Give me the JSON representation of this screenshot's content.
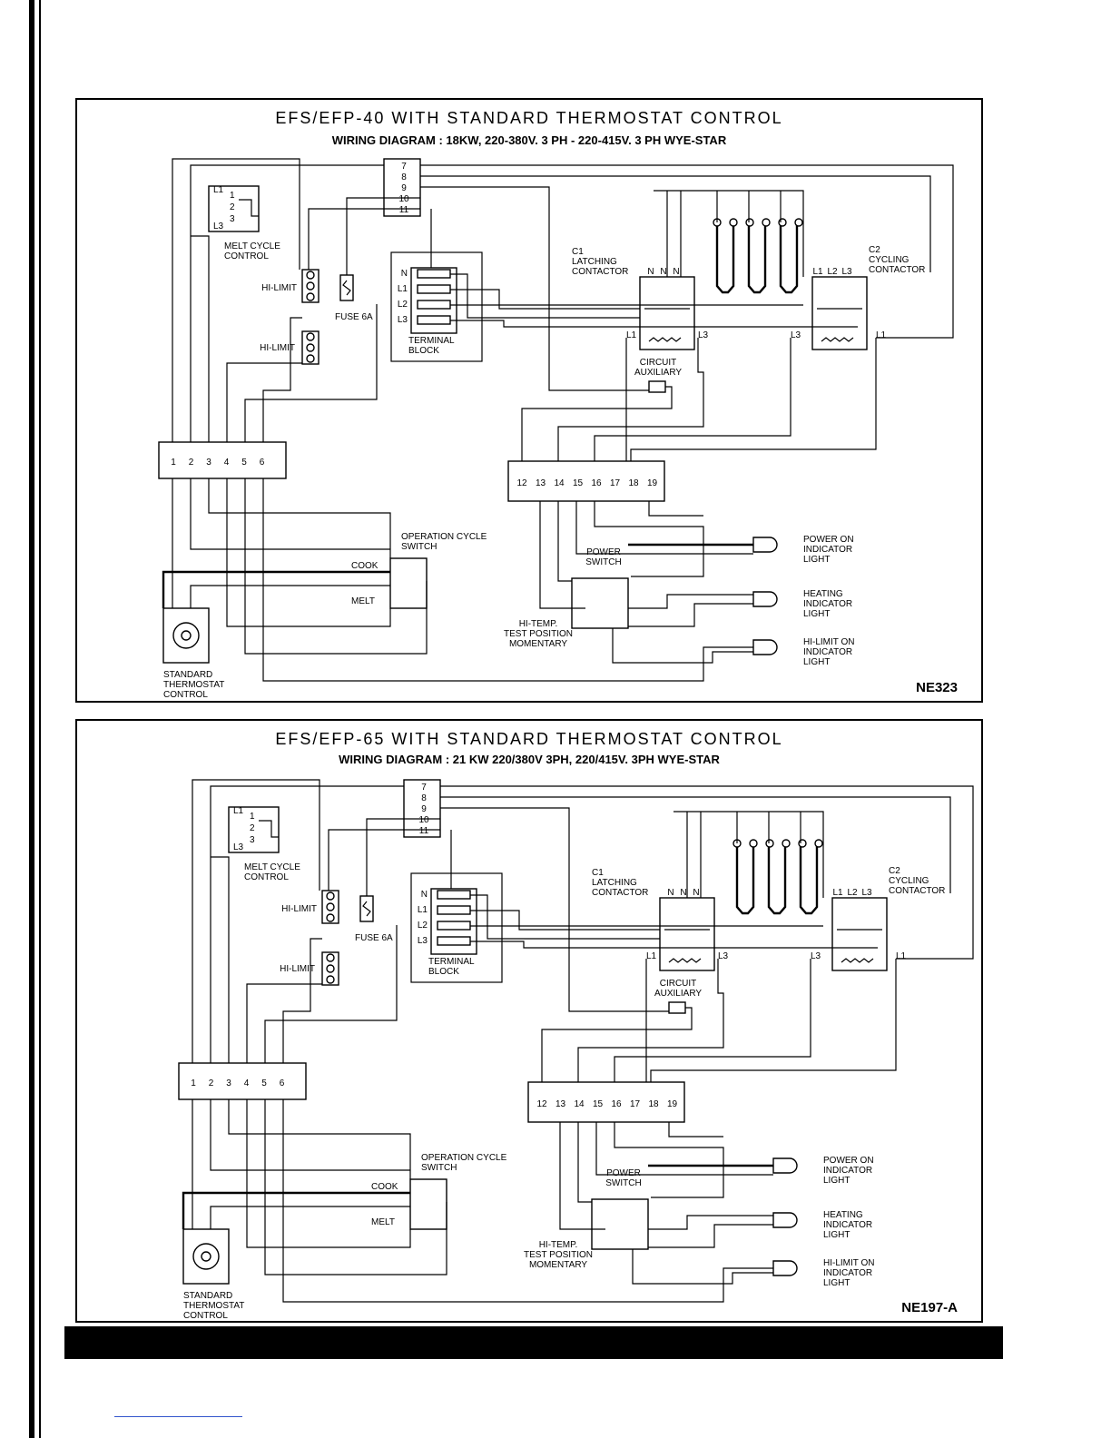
{
  "diagrams": [
    {
      "title": "EFS/EFP-40 WITH STANDARD THERMOSTAT CONTROL",
      "subtitle": "WIRING DIAGRAM : 18KW, 220-380V. 3 PH - 220-415V. 3 PH WYE-STAR",
      "code": "NE323"
    },
    {
      "title": "EFS/EFP-65 WITH STANDARD THERMOSTAT CONTROL",
      "subtitle": "WIRING DIAGRAM : 21 KW  220/380V 3PH, 220/415V. 3PH WYE-STAR",
      "code": "NE197-A"
    }
  ],
  "labels": {
    "melt_cycle": [
      "MELT CYCLE",
      "CONTROL"
    ],
    "hi_limit": "HI-LIMIT",
    "fuse": "FUSE 6A",
    "terminal_block": [
      "TERMINAL",
      "BLOCK"
    ],
    "c1": [
      "C1",
      "LATCHING",
      "CONTACTOR"
    ],
    "c2": [
      "C2",
      "CYCLING",
      "CONTACTOR"
    ],
    "circuit_aux": [
      "CIRCUIT",
      "AUXILIARY"
    ],
    "op_cycle": [
      "OPERATION CYCLE",
      "SWITCH"
    ],
    "cook": "COOK",
    "melt": "MELT",
    "power_switch": [
      "POWER",
      "SWITCH"
    ],
    "hi_temp": [
      "HI-TEMP.",
      "TEST POSITION",
      "MOMENTARY"
    ],
    "thermostat": [
      "STANDARD",
      "THERMOSTAT",
      "CONTROL"
    ],
    "power_light": [
      "POWER ON",
      "INDICATOR",
      "LIGHT"
    ],
    "heating_light": [
      "HEATING",
      "INDICATOR",
      "LIGHT"
    ],
    "hilimit_light": [
      "HI-LIMIT ON",
      "INDICATOR",
      "LIGHT"
    ],
    "phase_n": "N",
    "phase_l1": "L1",
    "phase_l2": "L2",
    "phase_l3": "L3",
    "mc_terms": [
      "1",
      "2",
      "3"
    ],
    "left_strip": [
      "1",
      "2",
      "3",
      "4",
      "5",
      "6"
    ],
    "right_strip": [
      "12",
      "13",
      "14",
      "15",
      "16",
      "17",
      "18",
      "19"
    ],
    "top_strip": [
      "7",
      "8",
      "9",
      "10",
      "11"
    ]
  }
}
